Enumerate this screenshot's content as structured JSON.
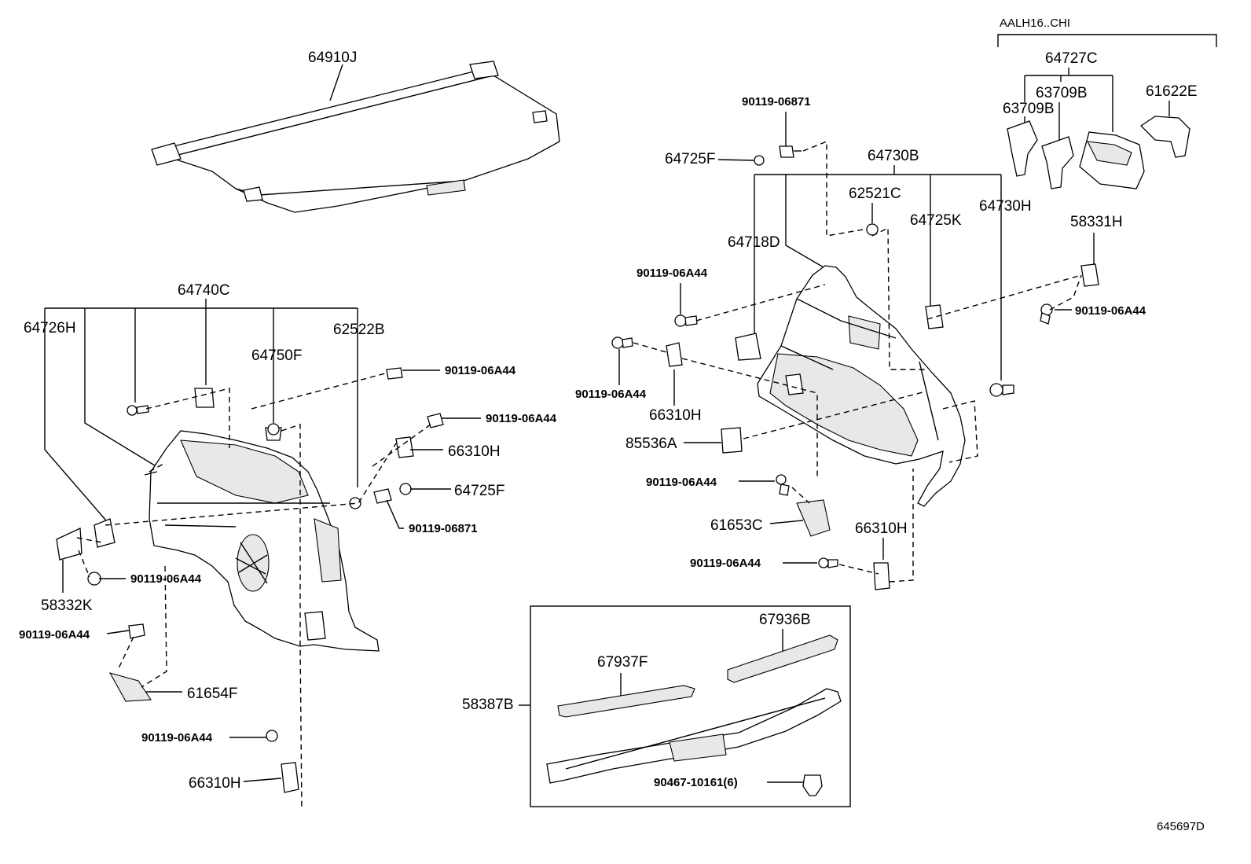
{
  "variant_note": "AALH16..CHI",
  "diagram_id": "645697D",
  "parts": {
    "p64910J": "64910J",
    "p64740C": "64740C",
    "p64726H": "64726H",
    "p64750F": "64750F",
    "p62522B": "62522B",
    "p90119_06A44_a": "90119-06A44",
    "p90119_06A44_b": "90119-06A44",
    "p66310H_a": "66310H",
    "p64725F_a": "64725F",
    "p90119_06871_a": "90119-06871",
    "p90119_06A44_c": "90119-06A44",
    "p58332K": "58332K",
    "p90119_06A44_d": "90119-06A44",
    "p61654F": "61654F",
    "p90119_06A44_e": "90119-06A44",
    "p66310H_b": "66310H",
    "p90119_06871_b": "90119-06871",
    "p64725F_b": "64725F",
    "p64730B": "64730B",
    "p62521C": "62521C",
    "p64725K": "64725K",
    "p64730H": "64730H",
    "p64718D": "64718D",
    "p90119_06A44_f": "90119-06A44",
    "p90119_06A44_g": "90119-06A44",
    "p66310H_c": "66310H",
    "p85536A": "85536A",
    "p90119_06A44_h": "90119-06A44",
    "p61653C": "61653C",
    "p90119_06A44_i": "90119-06A44",
    "p66310H_d": "66310H",
    "p58331H": "58331H",
    "p90119_06A44_j": "90119-06A44",
    "p64727C": "64727C",
    "p63709B_a": "63709B",
    "p63709B_b": "63709B",
    "p61622E": "61622E",
    "p58387B": "58387B",
    "p67937F": "67937F",
    "p67936B": "67936B",
    "p90467_10161": "90467-10161(6)"
  }
}
